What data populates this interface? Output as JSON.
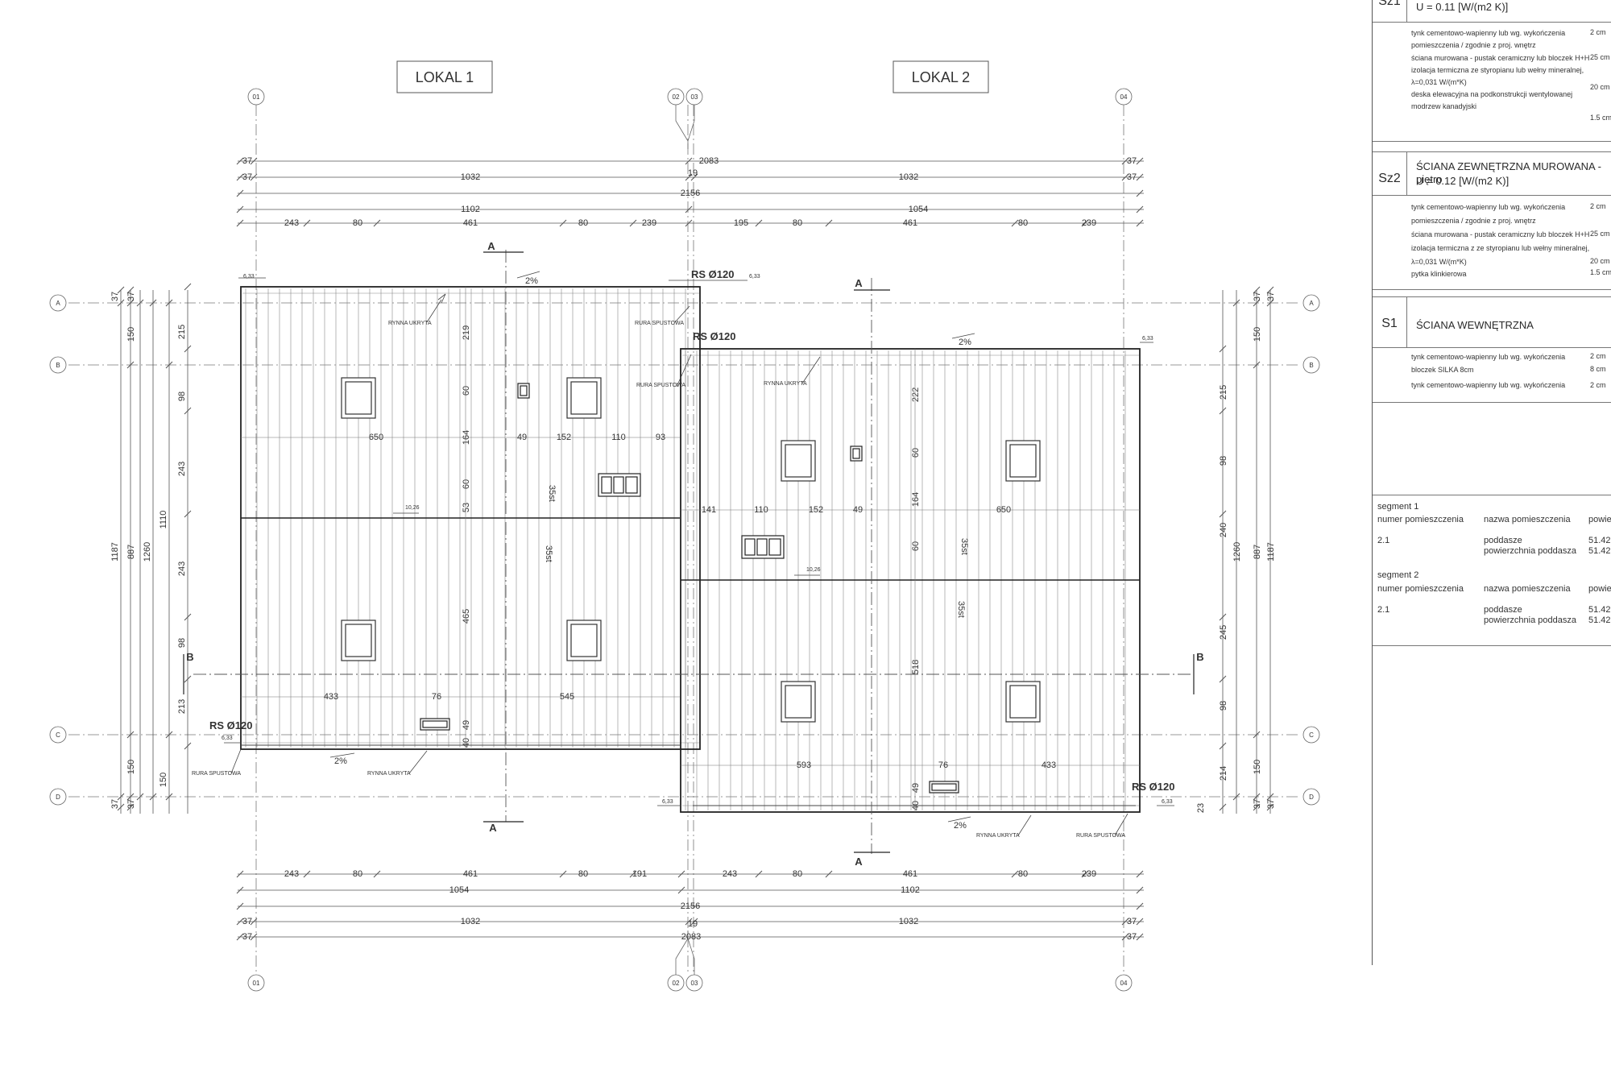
{
  "plan": {
    "lokal1": "LOKAL 1",
    "lokal2": "LOKAL 2",
    "axes_top": [
      "01",
      "02",
      "03",
      "04"
    ],
    "axes_side": [
      "A",
      "B",
      "C",
      "D"
    ],
    "section_a": "A",
    "section_b": "B",
    "rs_label": "RS Ø120",
    "slope": "2%",
    "rynna": "RYNNA UKRYTA",
    "rura": "RURA SPUSTOWA",
    "level_633": "6,33",
    "roof_angle": "35st",
    "ridge_level": "10,26",
    "top_dims": {
      "row1": [
        "37",
        "2083",
        "37"
      ],
      "row1b": [
        "37",
        "1032",
        "19",
        "1032",
        "37"
      ],
      "row2": [
        "2156"
      ],
      "row3": [
        "1102",
        "1054"
      ],
      "row4": [
        "243",
        "80",
        "461",
        "80",
        "239",
        "195",
        "80",
        "461",
        "80",
        "239"
      ]
    },
    "bottom_dims": {
      "row1": [
        "243",
        "80",
        "461",
        "80",
        "191",
        "243",
        "80",
        "461",
        "80",
        "239"
      ],
      "row2": [
        "1054",
        "1102"
      ],
      "row3": [
        "2156"
      ],
      "row4": [
        "37",
        "1032",
        "19",
        "1032",
        "37"
      ],
      "row5": [
        "37",
        "2083",
        "37"
      ]
    },
    "left_dims": {
      "col1": [
        "1187"
      ],
      "col2": [
        "887"
      ],
      "col3": [
        "1260"
      ],
      "col4": [
        "1110"
      ],
      "col5": [
        "150",
        "150"
      ],
      "col6": [
        "215",
        "98",
        "243",
        "243",
        "98",
        "213"
      ],
      "col_small": [
        "37",
        "37",
        "37",
        "37"
      ]
    },
    "right_dims": {
      "col1": [
        "215",
        "98",
        "240",
        "245",
        "98",
        "214"
      ],
      "col2": [
        "1260"
      ],
      "col3": [
        "887"
      ],
      "col4": [
        "1187"
      ],
      "col5": [
        "150",
        "150"
      ],
      "col_small": [
        "37",
        "37",
        "37",
        "37"
      ]
    },
    "inner_dims_l": [
      "650",
      "219",
      "60",
      "164",
      "49",
      "152",
      "110",
      "93",
      "60",
      "53",
      "465",
      "433",
      "76",
      "545",
      "49",
      "40"
    ],
    "inner_dims_r": [
      "222",
      "60",
      "141",
      "110",
      "152",
      "49",
      "164",
      "650",
      "60",
      "518",
      "593",
      "76",
      "433",
      "49",
      "40"
    ],
    "edge_23": "23"
  },
  "legend": {
    "sz1": {
      "code": "Sz1",
      "title": "",
      "u": "U = 0.11 [W/(m2 K)]",
      "rows": [
        "tynk cementowo-wapienny lub wg. wykończenia",
        "pomieszczenia / zgodnie z proj. wnętrz",
        "ściana murowana - pustak ceramiczny lub bloczek H+H",
        "izolacja termiczna ze styropianu lub wełny mineralnej,",
        "λ=0,031 W/(m*K)",
        "deska elewacyjna na podkonstrukcji wentylowanej",
        "modrzew kanadyjski"
      ],
      "vals": [
        "2 cm",
        "25 cm",
        "20 cm",
        "1.5 cm"
      ]
    },
    "sz2": {
      "code": "Sz2",
      "title": "ŚCIANA ZEWNĘTRZNA MUROWANA - piętro",
      "u": "U = 0.12 [W/(m2 K)]",
      "rows": [
        "tynk cementowo-wapienny lub wg. wykończenia",
        "pomieszczenia / zgodnie z proj. wnętrz",
        "ściana murowana - pustak ceramiczny lub bloczek H+H",
        "izolacja termiczna z ze styropianu lub wełny mineralnej,",
        "λ=0,031 W/(m*K)",
        "pytka klinkierowa"
      ],
      "vals": [
        "2 cm",
        "25 cm",
        "20 cm",
        "1.5 cm"
      ]
    },
    "s1": {
      "code": "S1",
      "title": "ŚCIANA WEWNĘTRZNA",
      "rows": [
        "tynk cementowo-wapienny lub wg. wykończenia",
        "bloczek SILKA 8cm",
        "tynk cementowo-wapienny lub wg. wykończenia"
      ],
      "vals": [
        "2 cm",
        "8 cm",
        "2 cm"
      ]
    },
    "segments": [
      {
        "name": "segment 1",
        "h1": "numer pomieszczenia",
        "h2": "nazwa pomieszczenia",
        "h3": "powie",
        "num": "2.1",
        "room": "poddasze",
        "room2": "powierzchnia poddasza",
        "area": "51.42",
        "area2": "51.42"
      },
      {
        "name": "segment 2",
        "h1": "numer pomieszczenia",
        "h2": "nazwa pomieszczenia",
        "h3": "powie",
        "num": "2.1",
        "room": "poddasze",
        "room2": "powierzchnia poddasza",
        "area": "51.42",
        "area2": "51.42"
      }
    ]
  }
}
